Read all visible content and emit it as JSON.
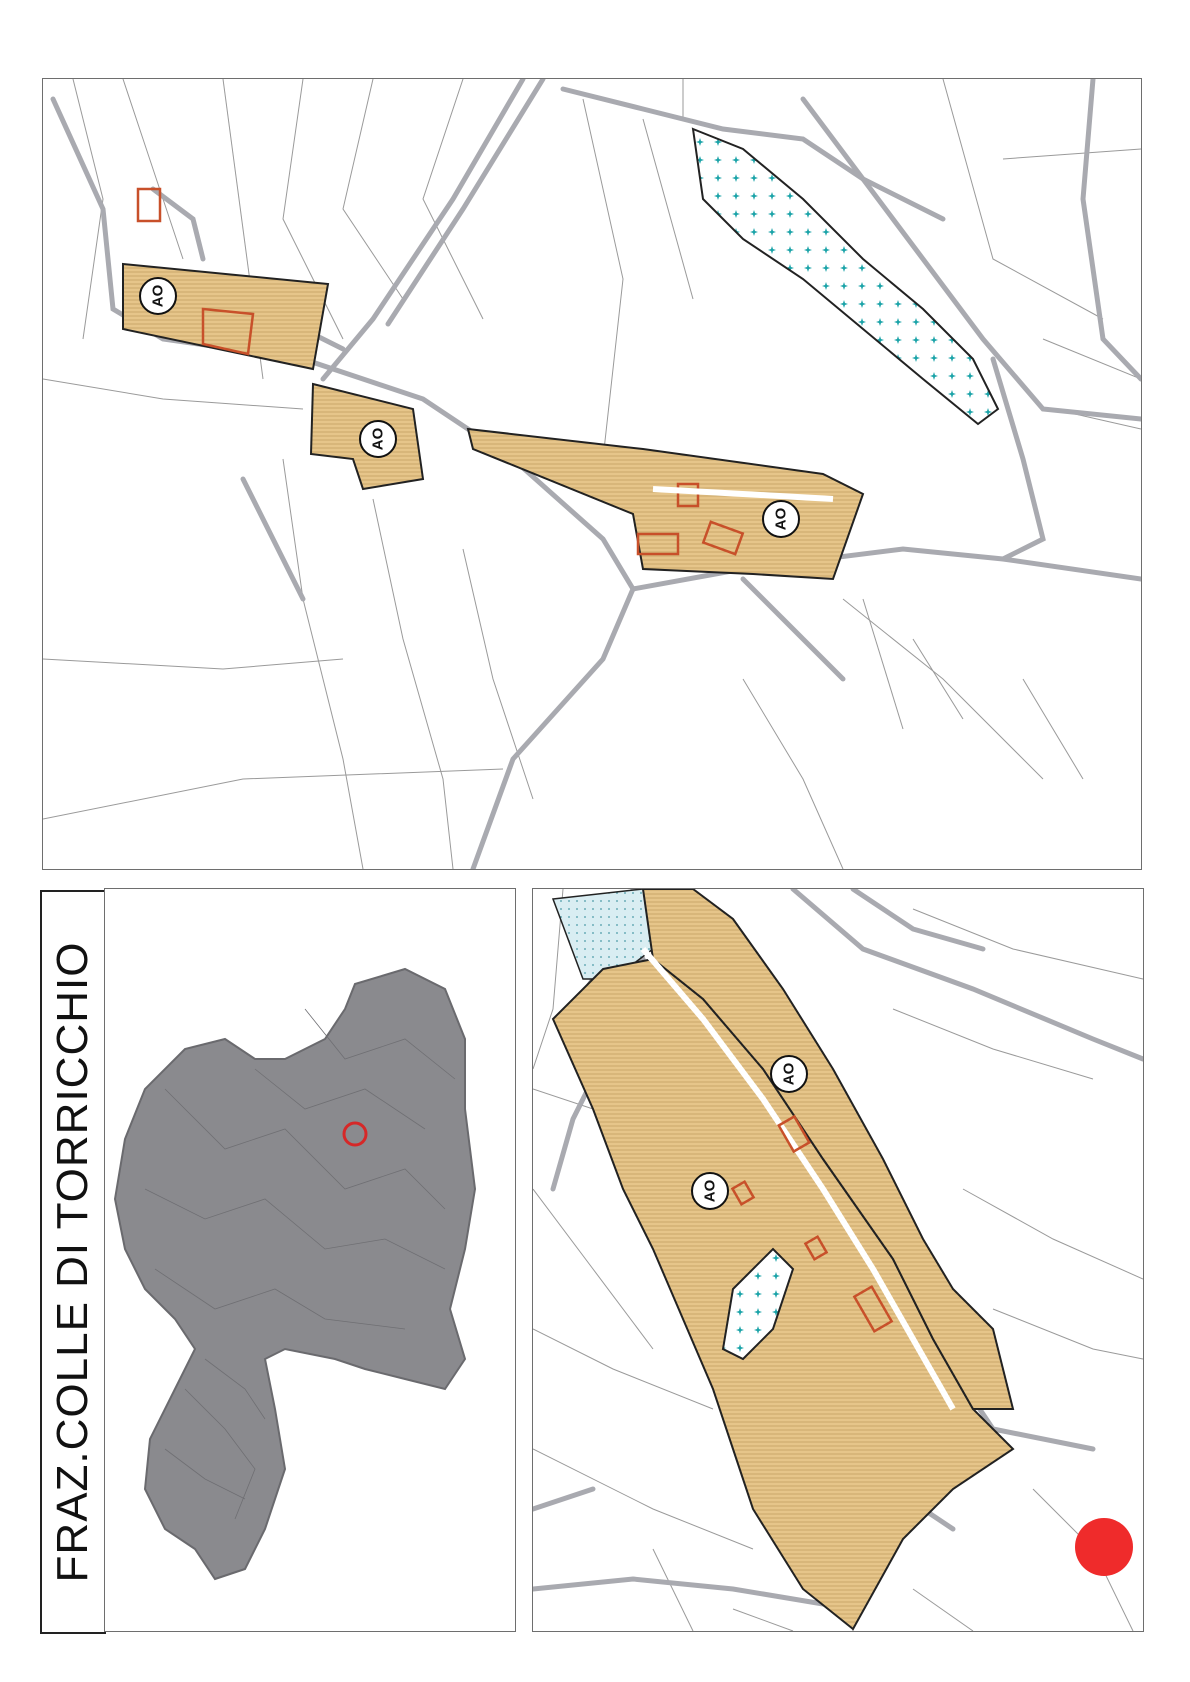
{
  "title": "FRAZ.COLLE DI TORRICCHIO",
  "zone_code": "AO",
  "colors": {
    "zone_fill": "#e6c58a",
    "zone_hatch": "#c9a86a",
    "zone_outline": "#222222",
    "building_outline": "#c8502a",
    "protected_dots": "#1aa3a8",
    "road": "#a9aab0",
    "parcel_line": "#9a9a9a",
    "locator_fill": "#8a8a8e",
    "locator_marker": "#d62828",
    "page_marker": "#ef2b2b"
  },
  "panels": [
    {
      "name": "upper-map",
      "zones": [
        "AO",
        "AO",
        "AO"
      ]
    },
    {
      "name": "locator-map",
      "marker": "red-circle"
    },
    {
      "name": "lower-map",
      "zones": [
        "AO",
        "AO"
      ]
    }
  ]
}
